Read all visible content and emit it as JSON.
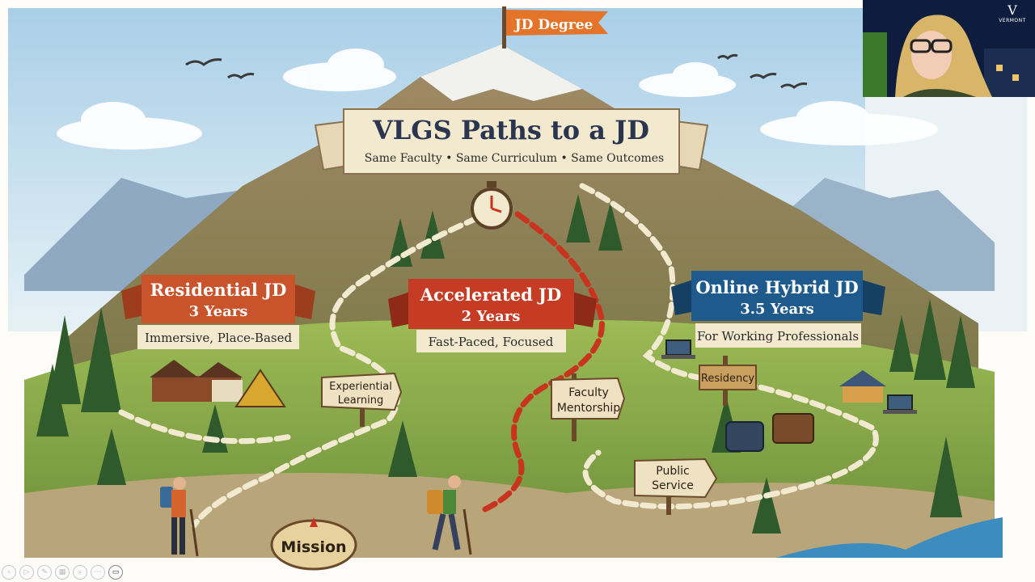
{
  "slide": {
    "title": "VLGS Paths to a JD",
    "subtitle": "Same Faculty • Same Curriculum • Same Outcomes",
    "summit_flag": "JD Degree",
    "paths": [
      {
        "name": "Residential JD",
        "duration": "3 Years",
        "tagline": "Immersive, Place-Based",
        "color": "#c9532a"
      },
      {
        "name": "Accelerated JD",
        "duration": "2 Years",
        "tagline": "Fast-Paced, Focused",
        "color": "#c63b24"
      },
      {
        "name": "Online Hybrid JD",
        "duration": "3.5 Years",
        "tagline": "For Working Professionals",
        "color": "#1f5a8c"
      }
    ],
    "signs": {
      "experiential": [
        "Experiential",
        "Learning"
      ],
      "mentorship": [
        "Faculty",
        "Mentorship"
      ],
      "residency": "Residency",
      "public_service": [
        "Public",
        "Service"
      ],
      "mission": "Mission"
    }
  },
  "webcam": {
    "logo_mark": "V",
    "logo_name": "VERMONT"
  },
  "controls": {
    "prev": "‹",
    "play": "▷",
    "pen": "✎",
    "grid": "▦",
    "zoom": "⌕",
    "more": "⋯",
    "camera": "▭"
  }
}
